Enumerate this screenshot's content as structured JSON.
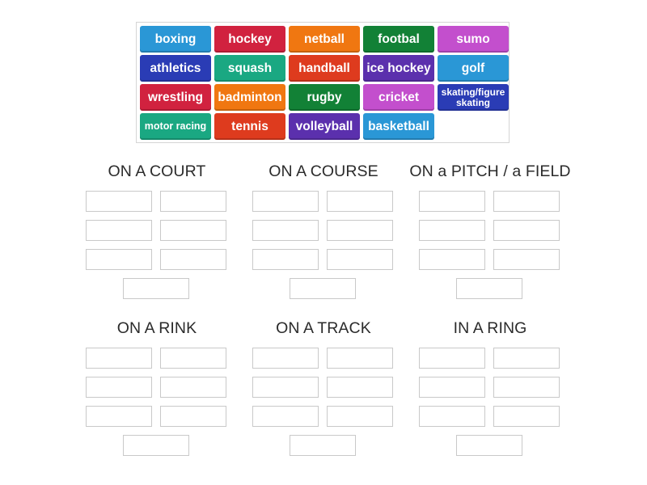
{
  "bank": {
    "tiles": [
      {
        "label": "boxing",
        "color": "#2a97d6"
      },
      {
        "label": "hockey",
        "color": "#d1223f"
      },
      {
        "label": "netball",
        "color": "#f07711"
      },
      {
        "label": "footbal",
        "color": "#128136"
      },
      {
        "label": "sumo",
        "color": "#c34fcd"
      },
      {
        "label": "athletics",
        "color": "#2a3cb5"
      },
      {
        "label": "squash",
        "color": "#1aa882"
      },
      {
        "label": "handball",
        "color": "#de3b1e"
      },
      {
        "label": "ice hockey",
        "color": "#5b30ad"
      },
      {
        "label": "golf",
        "color": "#2a97d6"
      },
      {
        "label": "wrestling",
        "color": "#d1223f"
      },
      {
        "label": "badminton",
        "color": "#f07711"
      },
      {
        "label": "rugby",
        "color": "#128136"
      },
      {
        "label": "cricket",
        "color": "#c34fcd"
      },
      {
        "label": "skating/figure skating",
        "color": "#2a3cb5"
      },
      {
        "label": "motor racing",
        "color": "#1aa882"
      },
      {
        "label": "tennis",
        "color": "#de3b1e"
      },
      {
        "label": "volleyball",
        "color": "#5b30ad"
      },
      {
        "label": "basketball",
        "color": "#2a97d6"
      }
    ]
  },
  "groups": [
    {
      "title": "ON A COURT"
    },
    {
      "title": "ON A COURSE"
    },
    {
      "title": "ON a PITCH / a FIELD"
    },
    {
      "title": "ON A RINK"
    },
    {
      "title": "ON A TRACK"
    },
    {
      "title": "IN A RING"
    }
  ]
}
